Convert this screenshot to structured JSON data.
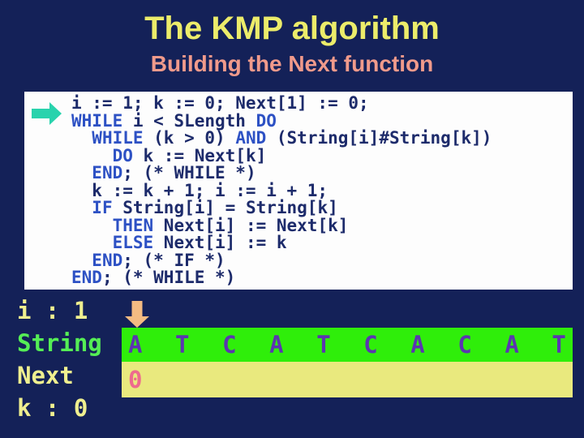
{
  "slide": {
    "title": "The KMP algorithm",
    "subtitle": "Building the Next function"
  },
  "code": {
    "lines": [
      {
        "segments": [
          {
            "text": "i := 1; k := 0; Next[1] := 0;",
            "keyword": false
          }
        ]
      },
      {
        "segments": [
          {
            "text": "WHILE",
            "keyword": true
          },
          {
            "text": " i < SLength ",
            "keyword": false
          },
          {
            "text": "DO",
            "keyword": true
          }
        ]
      },
      {
        "segments": [
          {
            "text": "  ",
            "keyword": false
          },
          {
            "text": "WHILE",
            "keyword": true
          },
          {
            "text": " (k > 0) ",
            "keyword": false
          },
          {
            "text": "AND",
            "keyword": true
          },
          {
            "text": " (String[i]#String[k])",
            "keyword": false
          }
        ]
      },
      {
        "segments": [
          {
            "text": "    ",
            "keyword": false
          },
          {
            "text": "DO",
            "keyword": true
          },
          {
            "text": " k := Next[k]",
            "keyword": false
          }
        ]
      },
      {
        "segments": [
          {
            "text": "  ",
            "keyword": false
          },
          {
            "text": "END",
            "keyword": true
          },
          {
            "text": "; (* WHILE *)",
            "keyword": false
          }
        ]
      },
      {
        "segments": [
          {
            "text": "  k := k + 1; i := i + 1;",
            "keyword": false
          }
        ]
      },
      {
        "segments": [
          {
            "text": "  ",
            "keyword": false
          },
          {
            "text": "IF",
            "keyword": true
          },
          {
            "text": " String[i] = String[k]",
            "keyword": false
          }
        ]
      },
      {
        "segments": [
          {
            "text": "    ",
            "keyword": false
          },
          {
            "text": "THEN",
            "keyword": true
          },
          {
            "text": " Next[i] := Next[k]",
            "keyword": false
          }
        ]
      },
      {
        "segments": [
          {
            "text": "    ",
            "keyword": false
          },
          {
            "text": "ELSE",
            "keyword": true
          },
          {
            "text": " Next[i] := k",
            "keyword": false
          }
        ]
      },
      {
        "segments": [
          {
            "text": "  ",
            "keyword": false
          },
          {
            "text": "END",
            "keyword": true
          },
          {
            "text": "; (* IF *)",
            "keyword": false
          }
        ]
      },
      {
        "segments": [
          {
            "text": "END",
            "keyword": true
          },
          {
            "text": "; (* WHILE *)",
            "keyword": false
          }
        ]
      }
    ]
  },
  "trace": {
    "i_label": "i : 1",
    "string_label": "String",
    "next_label": "Next",
    "k_label": "k : 0",
    "string_cells": [
      "A",
      "T",
      "C",
      "A",
      "T",
      "C",
      "A",
      "C",
      "A",
      "T"
    ],
    "next_cells": [
      "0",
      "",
      "",
      "",
      "",
      "",
      "",
      "",
      "",
      ""
    ]
  },
  "icons": {
    "code_pointer": "right-arrow",
    "position_pointer": "down-arrow"
  },
  "colors": {
    "background": "#142158",
    "title": "#ecec6a",
    "subtitle": "#f09a8b",
    "code_panel_bg": "#fdfdfd",
    "code_text": "#1d2b6b",
    "code_keyword": "#2d51c4",
    "pointer_cyan": "#29d3ad",
    "pointer_orange": "#f3bb82",
    "label_yellow": "#efef8f",
    "label_green": "#55ee55",
    "string_row_bg": "#2fee0a",
    "string_letter": "#5c35b0",
    "next_row_bg": "#e9e97e",
    "next_value": "#ee6a8e"
  }
}
